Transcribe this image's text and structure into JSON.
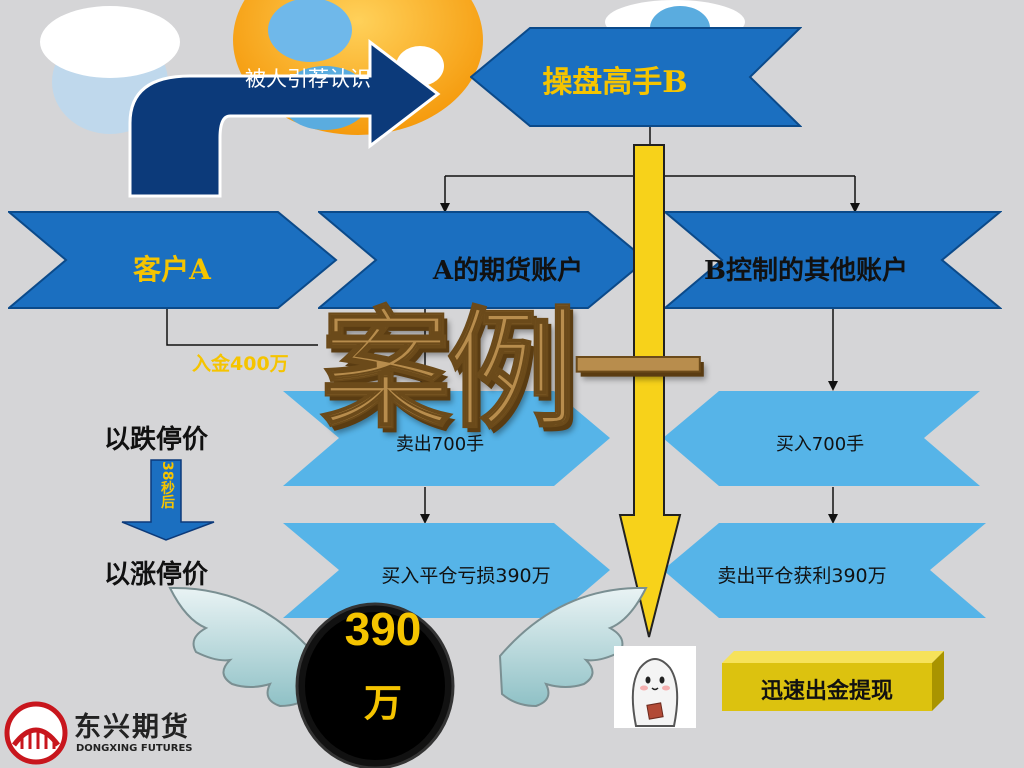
{
  "slide": {
    "watermark_title": "案例一",
    "referral_label": "被人引荐认识",
    "trader_label": "操盘高手B",
    "client_label": "客户A",
    "futures_account_label": "A的期货账户",
    "other_accounts_label": "B控制的其他账户",
    "deposit_label": "入金400万",
    "limit_down_label": "以跌停价",
    "limit_up_label": "以涨停价",
    "seconds_later_label": "38秒后",
    "sell_label": "卖出700手",
    "buy_label": "买入700手",
    "close_loss_label": "买入平仓亏损390万",
    "close_profit_label": "卖出平仓获利390万",
    "coin_amount": "390",
    "coin_unit": "万",
    "withdraw_button": "迅速出金提现",
    "brand_name": "东兴期货",
    "brand_sub": "DONGXING FUTURES"
  },
  "colors": {
    "chevron_dark": "#1b6fc0",
    "chevron_light": "#4fb0e6",
    "navy_arrow": "#0c3a7a",
    "yellow_arrow": "#f7d21a",
    "accent_gold": "#f5c400",
    "brand_red": "#c8161d"
  }
}
